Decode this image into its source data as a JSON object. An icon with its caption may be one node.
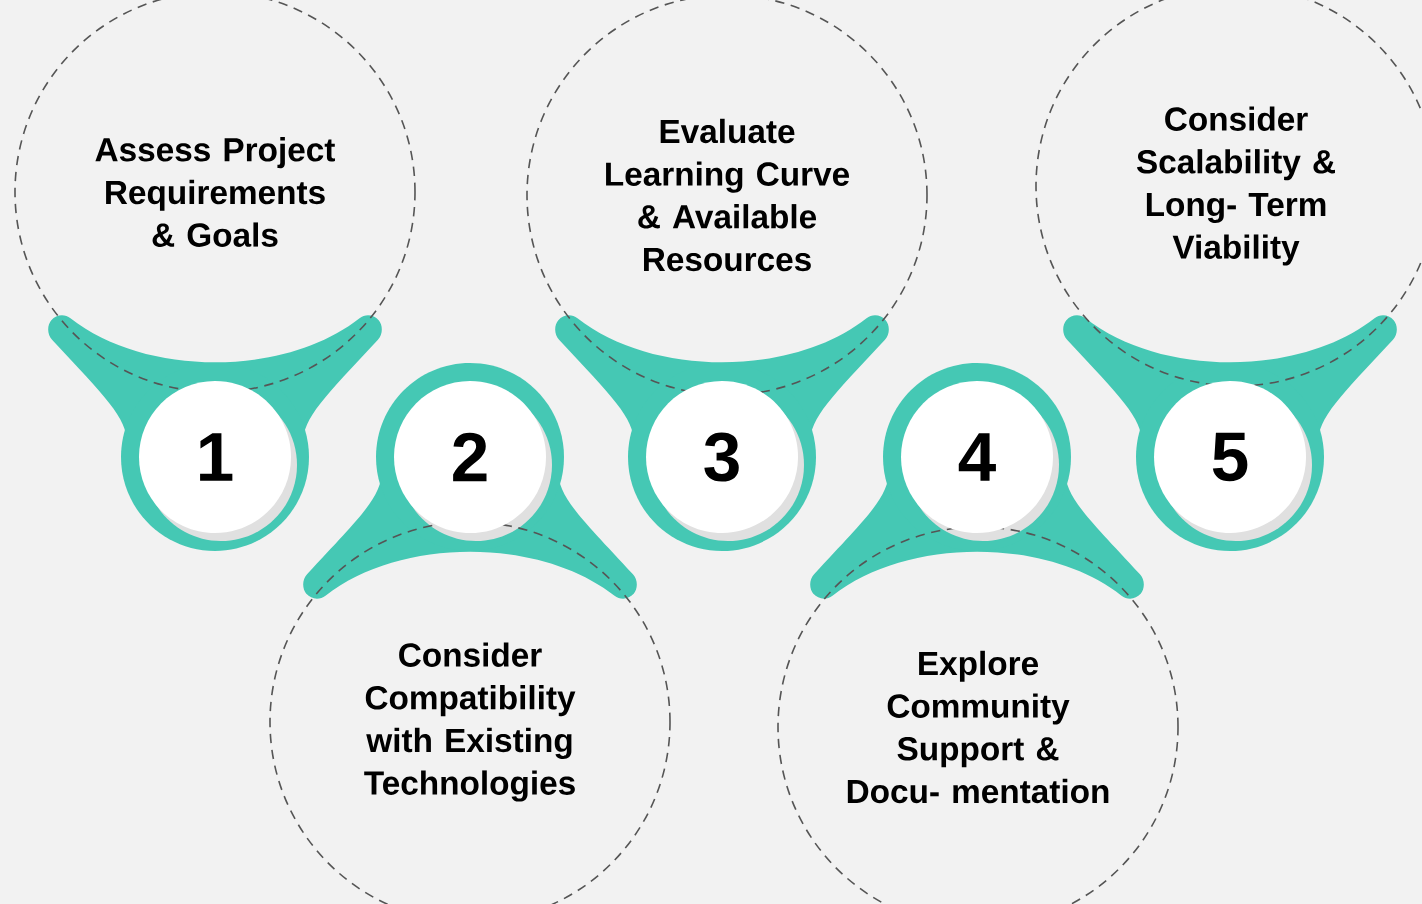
{
  "diagram": {
    "nodes": [
      {
        "text": [
          "Assess Project Requirements & Goals"
        ]
      },
      {
        "text": [
          "1"
        ]
      },
      {
        "text": [
          "Consider Compatibility with Existing Technologies"
        ]
      },
      {
        "text": [
          "2"
        ]
      },
      {
        "text": [
          "Evaluate Learning Curve & Available Resources"
        ]
      },
      {
        "text": [
          "3"
        ]
      },
      {
        "text": [
          "Explore Community Support & Docu- mentation"
        ]
      },
      {
        "text": [
          "4"
        ]
      },
      {
        "text": [
          "Consider Scalability & Long- Term Viability"
        ]
      },
      {
        "text": [
          "5"
        ]
      }
    ]
  }
}
